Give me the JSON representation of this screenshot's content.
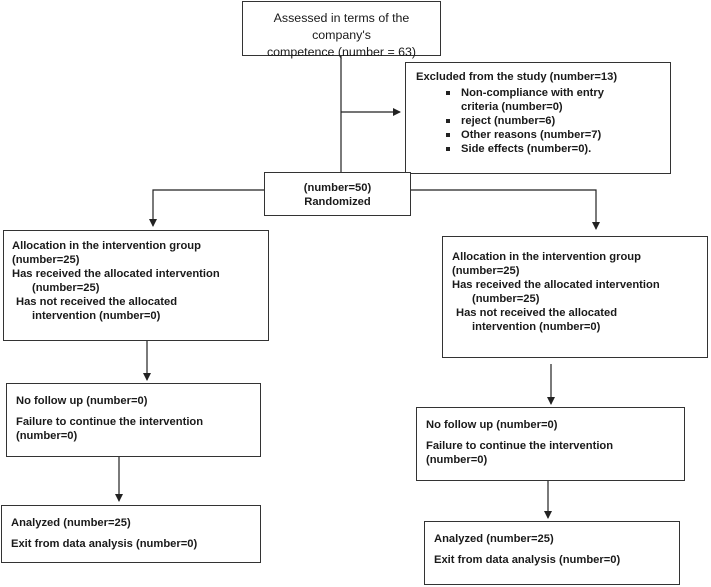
{
  "assessed": {
    "line1": "Assessed in terms of the company's",
    "line2": "competence (number = 63)"
  },
  "excluded": {
    "title": "Excluded from the study (number=13)",
    "items": [
      {
        "line1": "Non-compliance with entry",
        "line2": "criteria (number=0)"
      },
      {
        "line1": "reject (number=6)"
      },
      {
        "line1": "Other reasons (number=7)"
      },
      {
        "line1": "Side effects (number=0)."
      }
    ]
  },
  "randomized": {
    "line1": "(number=50)",
    "line2": "Randomized"
  },
  "left": {
    "allocation": {
      "line1": "Allocation in the intervention group",
      "line2": "(number=25)",
      "line3": "Has received the allocated intervention",
      "line4": "(number=25)",
      "line5": "Has not received the allocated",
      "line6": "intervention (number=0)"
    },
    "followup": {
      "line1": "No follow up (number=0)",
      "line2": "Failure to continue the intervention",
      "line3": "(number=0)"
    },
    "analysis": {
      "line1": "Analyzed (number=25)",
      "line2": "Exit from data analysis (number=0)"
    }
  },
  "right": {
    "allocation": {
      "line1": "Allocation in the intervention group",
      "line2": "(number=25)",
      "line3": "Has received the allocated intervention",
      "line4": "(number=25)",
      "line5": "Has not received the allocated",
      "line6": "intervention (number=0)"
    },
    "followup": {
      "line1": "No follow up (number=0)",
      "line2": "Failure to continue the intervention",
      "line3": "(number=0)"
    },
    "analysis": {
      "line1": "Analyzed (number=25)",
      "line2": "Exit from data analysis (number=0)"
    }
  }
}
